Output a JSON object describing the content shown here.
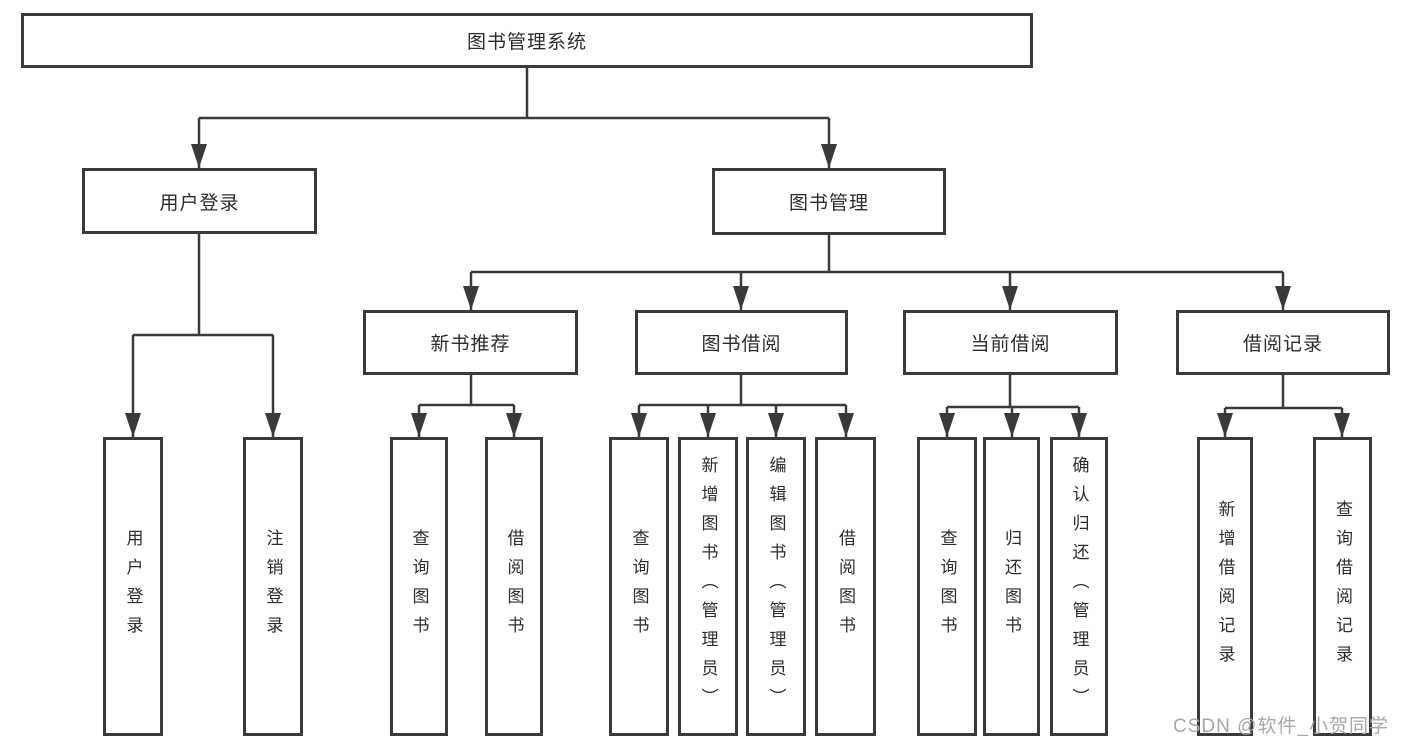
{
  "diagram_type": "hierarchy-tree",
  "colors": {
    "line": "#3a3a3a",
    "box_border": "#3a3a3a",
    "box_fill": "#ffffff",
    "text": "#2d2d2d",
    "watermark": "#a8a8a8",
    "background": "#ffffff"
  },
  "tree": {
    "label": "图书管理系统",
    "children": [
      {
        "label": "用户登录",
        "children": [
          {
            "label": "用户登录"
          },
          {
            "label": "注销登录"
          }
        ]
      },
      {
        "label": "图书管理",
        "children": [
          {
            "label": "新书推荐",
            "children": [
              {
                "label": "查询图书"
              },
              {
                "label": "借阅图书"
              }
            ]
          },
          {
            "label": "图书借阅",
            "children": [
              {
                "label": "查询图书"
              },
              {
                "label": "新增图书（管理员）"
              },
              {
                "label": "编辑图书（管理员）"
              },
              {
                "label": "借阅图书"
              }
            ]
          },
          {
            "label": "当前借阅",
            "children": [
              {
                "label": "查询图书"
              },
              {
                "label": "归还图书"
              },
              {
                "label": "确认归还（管理员）"
              }
            ]
          },
          {
            "label": "借阅记录",
            "children": [
              {
                "label": "新增借阅记录"
              },
              {
                "label": "查询借阅记录"
              }
            ]
          }
        ]
      }
    ]
  },
  "watermark": {
    "text": "CSDN @软件_小贺同学"
  }
}
